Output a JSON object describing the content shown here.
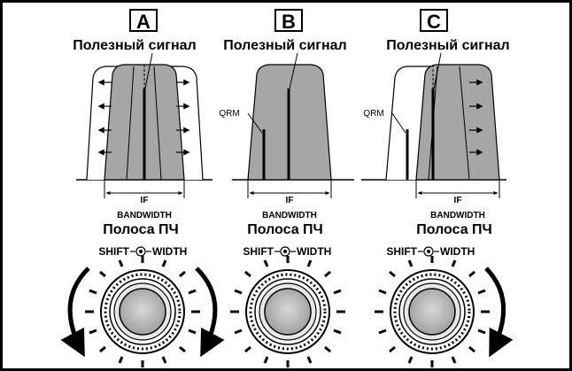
{
  "panels": [
    {
      "letter": "A",
      "signal_label": "Полезный сигнал",
      "if_label": "IF",
      "bandwidth_label": "BANDWIDTH",
      "band_label_ru": "Полоса ПЧ",
      "shift_label": "SHIFT",
      "width_label": "WIDTH"
    },
    {
      "letter": "B",
      "signal_label": "Полезный сигнал",
      "qrm_label": "QRM",
      "if_label": "IF",
      "bandwidth_label": "BANDWIDTH",
      "band_label_ru": "Полоса ПЧ",
      "shift_label": "SHIFT",
      "width_label": "WIDTH"
    },
    {
      "letter": "C",
      "signal_label": "Полезный сигнал",
      "qrm_label": "QRM",
      "if_label": "IF",
      "bandwidth_label": "BANDWIDTH",
      "band_label_ru": "Полоса ПЧ",
      "shift_label": "SHIFT",
      "width_label": "WIDTH"
    }
  ],
  "colors": {
    "filter_fill": "#a6a6a6",
    "frame": "#000000",
    "knob_fill": "#c0c0c0",
    "background": "#ffffff"
  }
}
